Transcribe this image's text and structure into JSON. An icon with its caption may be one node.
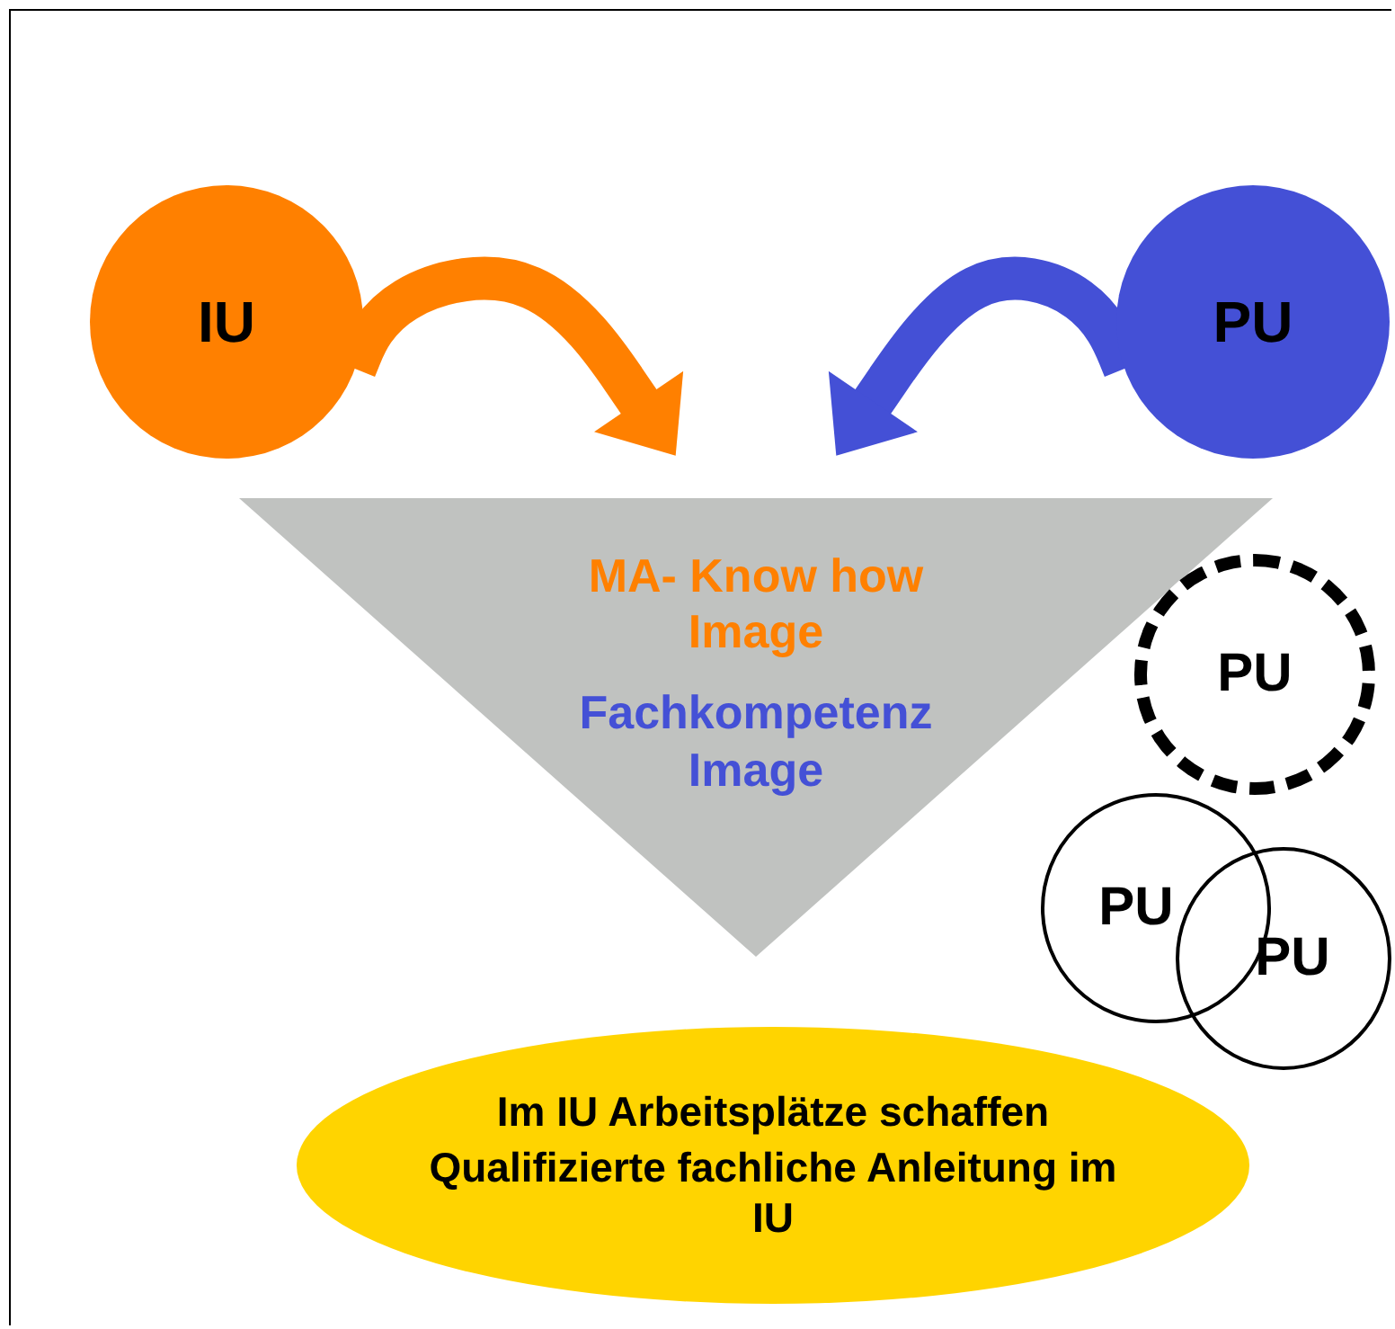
{
  "diagram": {
    "nodes": [
      {
        "text": [
          "IU"
        ]
      },
      {
        "text": [
          "PU"
        ]
      },
      {
        "text": [
          "MA- Know how Image",
          "Fachkompetenz Image"
        ]
      },
      {
        "text": [
          "PU"
        ]
      },
      {
        "text": [
          "PU"
        ]
      },
      {
        "text": [
          "PU"
        ]
      },
      {
        "text": [
          "Im IU Arbeitsplätze schaffen",
          "Qualifizierte fachliche Anleitung im IU"
        ]
      }
    ],
    "edges": [
      {
        "from": 0,
        "to": 2,
        "arrow": "to",
        "color": "#ff8000"
      },
      {
        "from": 1,
        "to": 2,
        "arrow": "to",
        "color": "#4450d6"
      }
    ]
  }
}
